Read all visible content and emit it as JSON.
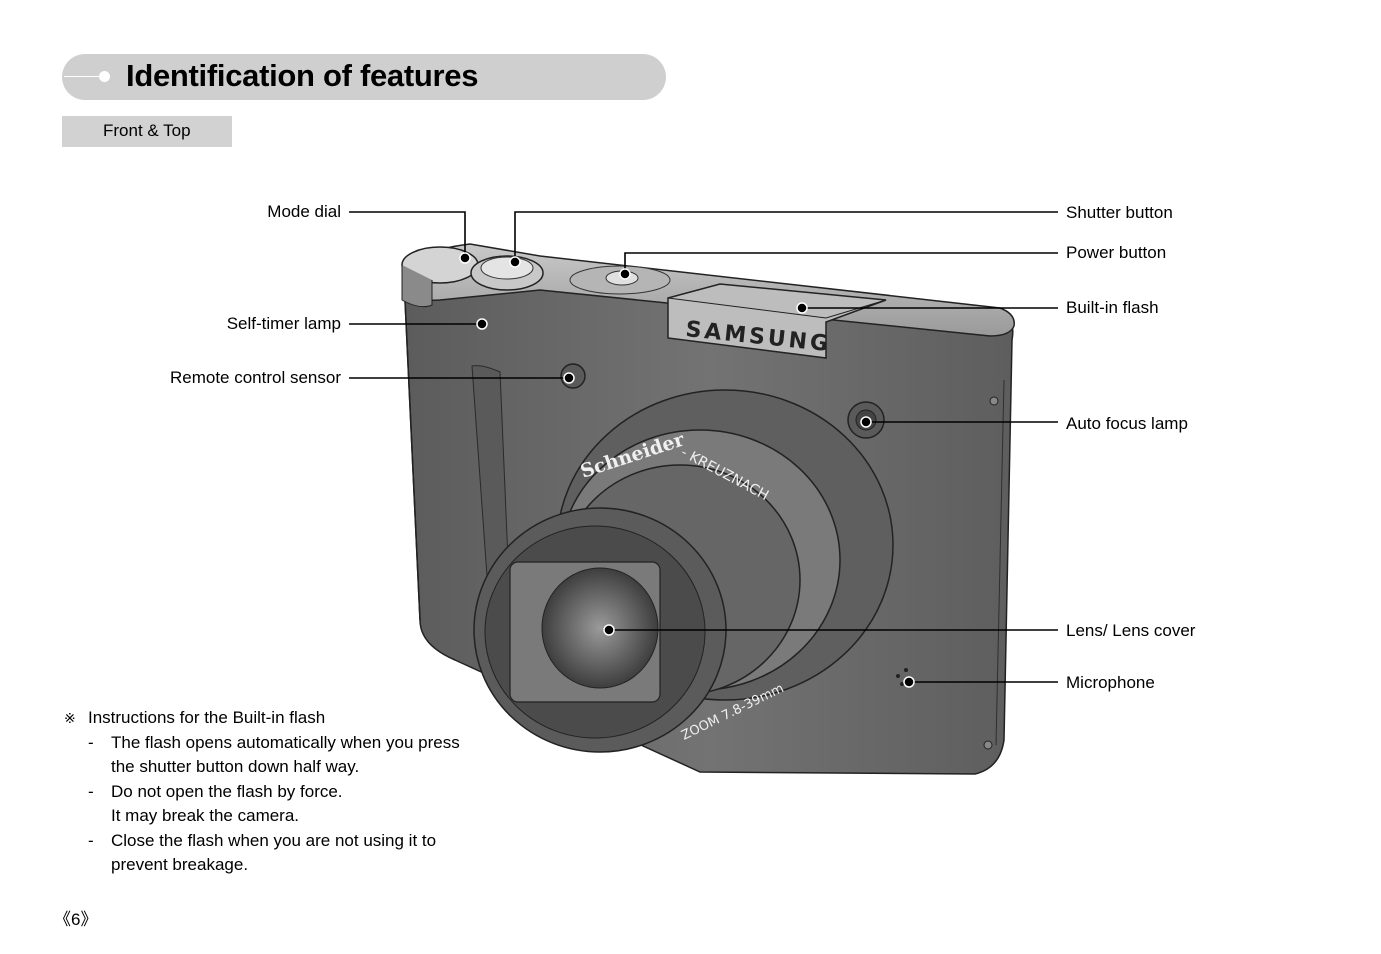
{
  "header": {
    "title": "Identification of features",
    "section": "Front & Top"
  },
  "labels": {
    "mode_dial": "Mode dial",
    "self_timer_lamp": "Self-timer lamp",
    "remote_control_sensor": "Remote control sensor",
    "shutter_button": "Shutter button",
    "power_button": "Power button",
    "built_in_flash": "Built-in flash",
    "auto_focus_lamp": "Auto focus lamp",
    "lens_cover": "Lens/ Lens cover",
    "microphone": "Microphone"
  },
  "camera": {
    "brand": "SAMSUNG",
    "lens_maker": "Schneider",
    "lens_origin": "- KREUZNACH",
    "zoom_text": "ZOOM 7.8-39mm"
  },
  "notes": {
    "reference_mark": "※",
    "heading": "Instructions for the Built-in flash",
    "dash": "-",
    "items": [
      {
        "line1": "The flash opens automatically when you press",
        "line2": "the shutter button down half way."
      },
      {
        "line1": "Do not open the flash by force.",
        "line2": "It may break the camera."
      },
      {
        "line1": "Close the flash when you are not using it to",
        "line2": "prevent breakage."
      }
    ]
  },
  "footer": {
    "page_number": "《6》"
  },
  "colors": {
    "header_bg": "#cfcfcf",
    "tab_bg": "#d2d2d2",
    "camera_body": "#6b6b6b"
  }
}
